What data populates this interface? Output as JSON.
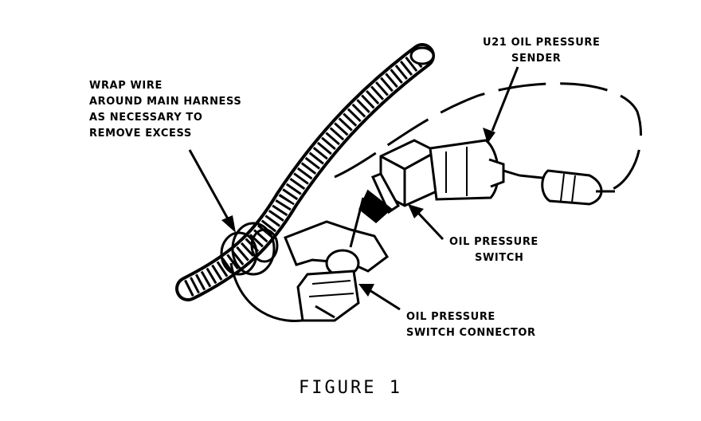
{
  "figure": {
    "caption": "FIGURE 1",
    "labels": {
      "wrap_wire": [
        "WRAP WIRE",
        "AROUND MAIN HARNESS",
        "AS NECESSARY TO",
        "REMOVE EXCESS"
      ],
      "sender": [
        "U21 OIL PRESSURE",
        "SENDER"
      ],
      "switch": [
        "OIL PRESSURE",
        "SWITCH"
      ],
      "connector": [
        "OIL PRESSURE",
        "SWITCH CONNECTOR"
      ]
    }
  }
}
